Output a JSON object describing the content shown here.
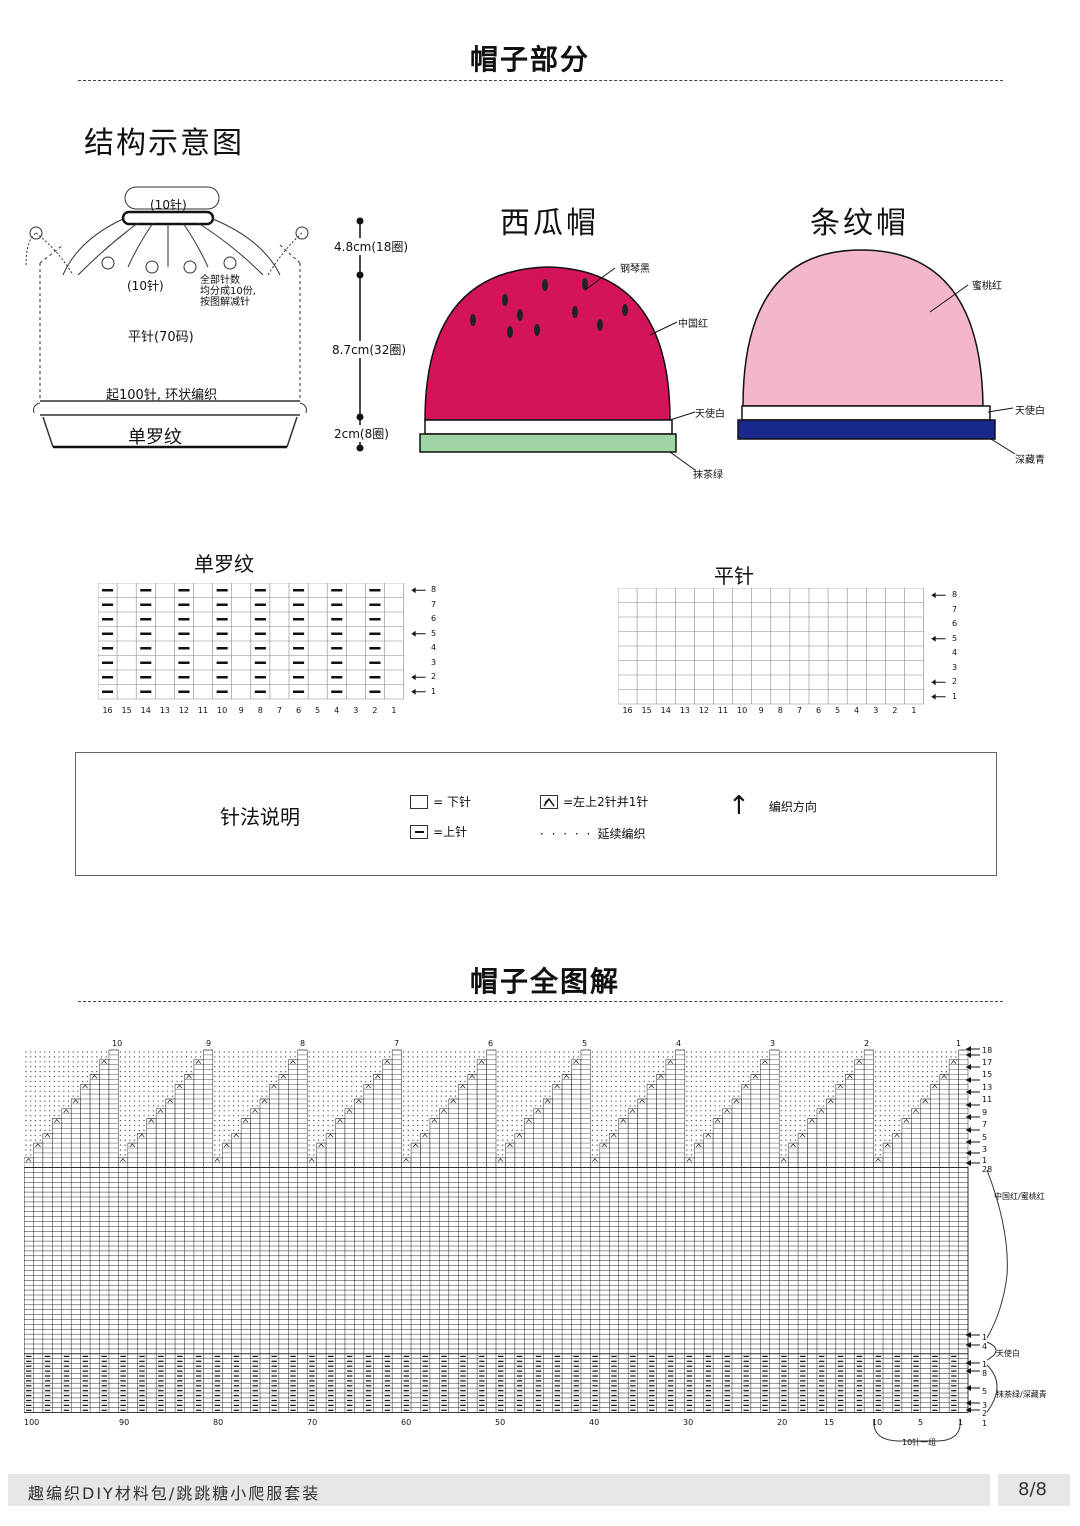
{
  "section1": {
    "title": "帽子部分"
  },
  "structure": {
    "title": "结构示意图",
    "top_count": "(10针)",
    "mid_count": "(10针)",
    "note_lines": [
      "全部针数",
      "均分成10份,",
      "按图解减针"
    ],
    "body_label": "平针(70码)",
    "cast_on": "起100针, 环状编织",
    "rib_label": "单罗纹",
    "dim_top": "4.8cm(18圈)",
    "dim_mid": "8.7cm(32圈)",
    "dim_bottom": "2cm(8圈)"
  },
  "watermelon_hat": {
    "title": "西瓜帽",
    "labels": {
      "seeds": "钢琴黑",
      "body": "中国红",
      "white": "天使白",
      "brim": "抹茶绿"
    },
    "colors": {
      "body": "#d4145a",
      "white": "#ffffff",
      "brim": "#9fd4a5",
      "seed": "#222222"
    }
  },
  "stripe_hat": {
    "title": "条纹帽",
    "labels": {
      "body": "蜜桃红",
      "white": "天使白",
      "brim": "深藏青"
    },
    "colors": {
      "body": "#f4b6c9",
      "brim": "#1a2a8c"
    }
  },
  "rib_chart": {
    "title": "单罗纹",
    "row_numbers": [
      "8",
      "7",
      "6",
      "5",
      "4",
      "3",
      "2",
      "1"
    ],
    "col_numbers": [
      "16",
      "15",
      "14",
      "13",
      "12",
      "11",
      "10",
      "9",
      "8",
      "7",
      "6",
      "5",
      "4",
      "3",
      "2",
      "1"
    ]
  },
  "stockinette_chart": {
    "title": "平针",
    "row_numbers": [
      "8",
      "7",
      "6",
      "5",
      "4",
      "3",
      "2",
      "1"
    ],
    "col_numbers": [
      "16",
      "15",
      "14",
      "13",
      "12",
      "11",
      "10",
      "9",
      "8",
      "7",
      "6",
      "5",
      "4",
      "3",
      "2",
      "1"
    ]
  },
  "legend": {
    "title": "针法说明",
    "knit": "= 下针",
    "purl": "=上针",
    "k2tog": "=左上2针并1针",
    "continue": "延续编织",
    "direction": "编织方向"
  },
  "section2": {
    "title": "帽子全图解"
  },
  "full_chart": {
    "top_numbers": [
      "10",
      "9",
      "8",
      "7",
      "6",
      "5",
      "4",
      "3",
      "2",
      "1"
    ],
    "bottom_numbers": [
      "100",
      "90",
      "80",
      "70",
      "60",
      "50",
      "40",
      "30",
      "20",
      "15",
      "10",
      "5",
      "1"
    ],
    "right_upper_rows": [
      "18",
      "17",
      "15",
      "13",
      "11",
      "9",
      "7",
      "5",
      "3",
      "1",
      "28"
    ],
    "right_lower_rows": [
      "1",
      "4",
      "1",
      "8",
      "5",
      "3",
      "2",
      "1"
    ],
    "color_label_main": "中国红/蜜桃红",
    "color_label_white": "天使白",
    "color_label_brim": "抹茶绿/深藏青",
    "repeat_label": "10针一组"
  },
  "footer": {
    "text": "趣编织DIY材料包/跳跳糖小爬服套装",
    "page": "8/8"
  }
}
